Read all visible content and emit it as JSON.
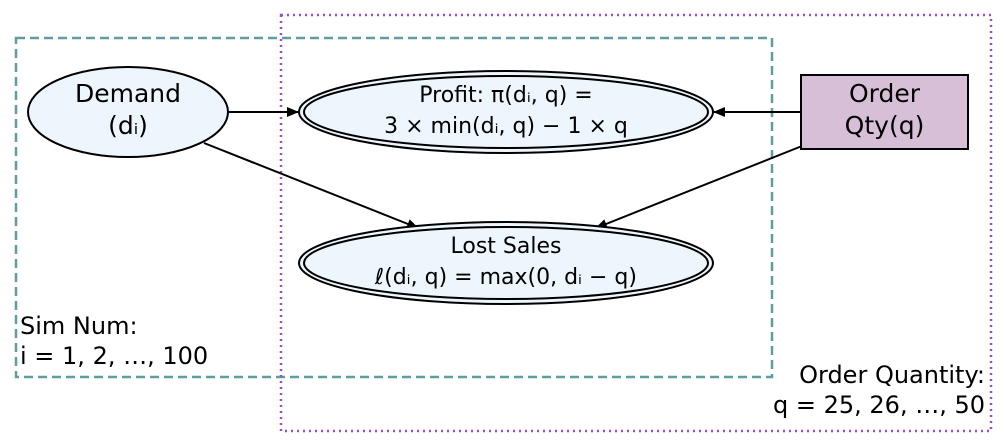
{
  "plates": {
    "sim": {
      "title": "Sim Num:",
      "index": "i = 1, 2, …, 100",
      "color": "#5f9ea0"
    },
    "order": {
      "title": "Order Quantity:",
      "index": "q = 25, 26, …, 50",
      "color": "#9b4dca"
    }
  },
  "nodes": {
    "demand": {
      "line1": "Demand",
      "line2": "(dᵢ)",
      "fill": "#eef6fd"
    },
    "profit": {
      "line1": "Profit: π(dᵢ, q) =",
      "line2": "3 × min(dᵢ, q) − 1 × q",
      "fill": "#eef6fd"
    },
    "order_qty": {
      "line1": "Order",
      "line2": "Qty(q)",
      "fill": "#d8bfd8"
    },
    "lost_sales": {
      "line1": "Lost Sales",
      "line2": "ℓ(dᵢ, q) = max(0, dᵢ − q)",
      "fill": "#eef6fd"
    }
  }
}
